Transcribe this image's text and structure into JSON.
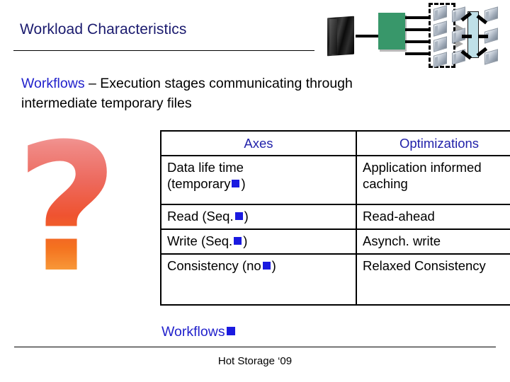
{
  "slide": {
    "title": "Workload Characteristics",
    "body_keyword": "Workflows",
    "body_rest": " – Execution stages communicating through intermediate temporary files",
    "bottom_label": "Workflows",
    "footer": "Hot Storage ‘09"
  },
  "table": {
    "headers": [
      "Axes",
      "Optimizations"
    ],
    "rows": [
      {
        "axis_pre": "Data life time",
        "axis_post": "(temporary",
        "axis_tail": ")",
        "optimization": "Application informed caching"
      },
      {
        "axis_pre": "",
        "axis_post": "Read (Seq.",
        "axis_tail": ")",
        "optimization": "Read-ahead"
      },
      {
        "axis_pre": "",
        "axis_post": "Write (Seq.",
        "axis_tail": ")",
        "optimization": "Asynch. write"
      },
      {
        "axis_pre": "",
        "axis_post": "Consistency (no",
        "axis_tail": ")",
        "optimization": "Relaxed Consistency"
      }
    ]
  },
  "graphics": {
    "question_mark_glyph": "?",
    "question_mark_name": "question-mark-illustration",
    "diagram_name": "workflow-network-diagram",
    "server_tower": "server-tower-icon",
    "green_node": "green-stage-node",
    "dashed_group": "dashed-temporary-files-group",
    "blue_bar": "shared-storage-bar",
    "mini_server": "compute-node-icon",
    "gray_arrow": "data-flow-arrow"
  },
  "colors": {
    "title": "#1a1a6e",
    "keyword_blue": "#2222cc",
    "header_blue": "#2222aa",
    "square_marker": "#1a1ae0",
    "green_node": "#38976a",
    "blue_bar": "#bfe0e8",
    "rule": "#000000"
  }
}
